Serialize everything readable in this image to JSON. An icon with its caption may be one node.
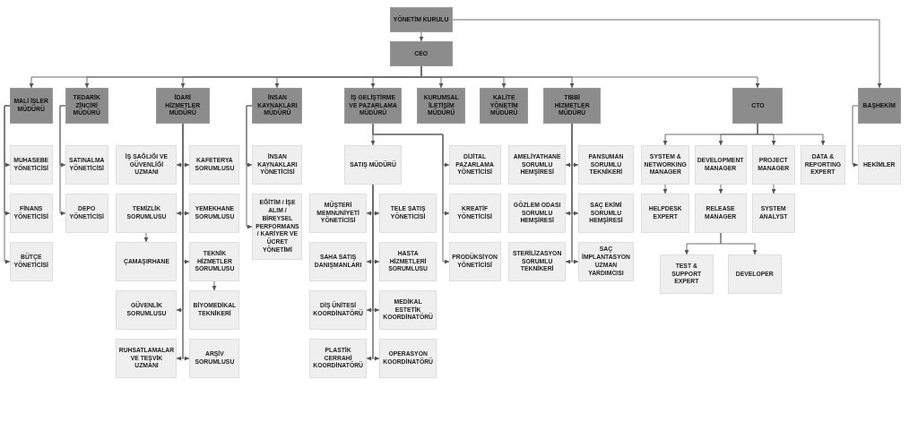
{
  "diagram": {
    "nodes": [
      {
        "text": [
          "YÖNETİM KURULU"
        ]
      },
      {
        "text": [
          "CEO"
        ]
      },
      {
        "text": [
          "MALİ İŞLER MÜDÜRÜ"
        ]
      },
      {
        "text": [
          "MUHASEBE YÖNETİCİSİ"
        ]
      },
      {
        "text": [
          "FİNANS YÖNETİCİSİ"
        ]
      },
      {
        "text": [
          "BÜTÇE YÖNETİCİSİ"
        ]
      },
      {
        "text": [
          "TEDARİK ZİNCİRİ MÜDÜRÜ"
        ]
      },
      {
        "text": [
          "SATINALMA YÖNETİCİSİ"
        ]
      },
      {
        "text": [
          "DEPO YÖNETİCİSİ"
        ]
      },
      {
        "text": [
          "İDARİ HİZMETLER MÜDÜRÜ"
        ]
      },
      {
        "text": [
          "İŞ SAĞLIĞI VE GÜVENLİĞİ UZMANI"
        ]
      },
      {
        "text": [
          "KAFETERYA SORUMLUSU"
        ]
      },
      {
        "text": [
          "TEMİZLİK SORUMLUSU"
        ]
      },
      {
        "text": [
          "YEMEKHANE SORUMLUSU"
        ]
      },
      {
        "text": [
          "ÇAMAŞIRHANE"
        ]
      },
      {
        "text": [
          "TEKNİK HİZMETLER SORUMLUSU"
        ]
      },
      {
        "text": [
          "GÜVENLİK SORUMLUSU"
        ]
      },
      {
        "text": [
          "BİYOMEDİKAL TEKNİKERİ"
        ]
      },
      {
        "text": [
          "RUHSATLAMALAR VE TEŞVİK UZMANI"
        ]
      },
      {
        "text": [
          "ARŞİV SORUMLUSU"
        ]
      },
      {
        "text": [
          "İNSAN KAYNAKLARI MÜDÜRÜ"
        ]
      },
      {
        "text": [
          "İNSAN KAYNAKLARI YÖNETİCİSİ"
        ]
      },
      {
        "text": [
          "EĞİTİM / İŞE ALIM / BİREYSEL PERFORMANS / KARİYER VE ÜCRET YÖNETİMİ"
        ]
      },
      {
        "text": [
          "İŞ GELİŞTİRME VE PAZARLAMA MÜDÜRÜ"
        ]
      },
      {
        "text": [
          "SATIŞ MÜDÜRÜ"
        ]
      },
      {
        "text": [
          "DİJİTAL PAZARLAMA YÖNETİCİSİ"
        ]
      },
      {
        "text": [
          "MÜŞTERİ MEMNUNİYETİ YÖNETİCİSİ"
        ]
      },
      {
        "text": [
          "TELE SATIŞ YÖNETİCİSİ"
        ]
      },
      {
        "text": [
          "KREATİF YÖNETİCİSİ"
        ]
      },
      {
        "text": [
          "SAHA SATIŞ DANIŞMANLARI"
        ]
      },
      {
        "text": [
          "HASTA HİZMETLERİ SORUMLUSU"
        ]
      },
      {
        "text": [
          "PRODÜKSİYON YÖNETİCİSİ"
        ]
      },
      {
        "text": [
          "DİŞ ÜNİTESİ KOORDİNATÖRÜ"
        ]
      },
      {
        "text": [
          "MEDİKAL ESTETİK KOORDİNATÖRÜ"
        ]
      },
      {
        "text": [
          "PLASTİK CERRAHİ KOORDİNATÖRÜ"
        ]
      },
      {
        "text": [
          "OPERASYON KOORDİNATÖRÜ"
        ]
      },
      {
        "text": [
          "KURUMSAL İLETİŞİM MÜDÜRÜ"
        ]
      },
      {
        "text": [
          "KALİTE YÖNETİM MÜDÜRÜ"
        ]
      },
      {
        "text": [
          "TIBBİ HİZMETLER MÜDÜRÜ"
        ]
      },
      {
        "text": [
          "AMELİYATHANE SORUMLU HEMŞİRESİ"
        ]
      },
      {
        "text": [
          "PANSUMAN SORUMLU TEKNİKERİ"
        ]
      },
      {
        "text": [
          "GÖZLEM ODASI SORUMLU HEMŞİRESİ"
        ]
      },
      {
        "text": [
          "SAÇ EKİMİ SORUMLU HEMŞİRESİ"
        ]
      },
      {
        "text": [
          "STERİLİZASYON SORUMLU TEKNİKERİ"
        ]
      },
      {
        "text": [
          "SAÇ İMPLANTASYON UZMAN YARDIMCISI"
        ]
      },
      {
        "text": [
          "CTO"
        ]
      },
      {
        "text": [
          "SYSTEM & NETWORKING MANAGER"
        ]
      },
      {
        "text": [
          "DEVELOPMENT MANAGER"
        ]
      },
      {
        "text": [
          "PROJECT MANAGER"
        ]
      },
      {
        "text": [
          "DATA & REPORTING EXPERT"
        ]
      },
      {
        "text": [
          "HELPDESK EXPERT"
        ]
      },
      {
        "text": [
          "RELEASE MANAGER"
        ]
      },
      {
        "text": [
          "SYSTEM ANALYST"
        ]
      },
      {
        "text": [
          "TEST & SUPPORT EXPERT"
        ]
      },
      {
        "text": [
          "DEVELOPER"
        ]
      },
      {
        "text": [
          "BAŞHEKİM"
        ]
      },
      {
        "text": [
          "HEKİMLER"
        ]
      }
    ],
    "edges": [
      {
        "from": 0,
        "to": 1,
        "arrow": "to"
      },
      {
        "from": 0,
        "to": 55,
        "arrow": "to"
      },
      {
        "from": 1,
        "to": 2,
        "arrow": "to"
      },
      {
        "from": 1,
        "to": 6,
        "arrow": "to"
      },
      {
        "from": 1,
        "to": 9,
        "arrow": "to"
      },
      {
        "from": 1,
        "to": 20,
        "arrow": "to"
      },
      {
        "from": 1,
        "to": 23,
        "arrow": "to"
      },
      {
        "from": 1,
        "to": 36,
        "arrow": "to"
      },
      {
        "from": 1,
        "to": 37,
        "arrow": "to"
      },
      {
        "from": 1,
        "to": 38,
        "arrow": "to"
      },
      {
        "from": 1,
        "to": 45,
        "arrow": "to"
      },
      {
        "from": 2,
        "to": 3,
        "arrow": "to"
      },
      {
        "from": 2,
        "to": 4,
        "arrow": "to"
      },
      {
        "from": 2,
        "to": 5,
        "arrow": "to"
      },
      {
        "from": 6,
        "to": 7,
        "arrow": "to"
      },
      {
        "from": 6,
        "to": 8,
        "arrow": "to"
      },
      {
        "from": 9,
        "to": 10,
        "arrow": "to"
      },
      {
        "from": 9,
        "to": 11,
        "arrow": "to"
      },
      {
        "from": 9,
        "to": 12,
        "arrow": "to"
      },
      {
        "from": 9,
        "to": 13,
        "arrow": "to"
      },
      {
        "from": 9,
        "to": 15,
        "arrow": "to"
      },
      {
        "from": 9,
        "to": 16,
        "arrow": "to"
      },
      {
        "from": 9,
        "to": 18,
        "arrow": "to"
      },
      {
        "from": 9,
        "to": 19,
        "arrow": "to"
      },
      {
        "from": 12,
        "to": 14,
        "arrow": "to"
      },
      {
        "from": 15,
        "to": 17,
        "arrow": "to"
      },
      {
        "from": 20,
        "to": 21,
        "arrow": "to"
      },
      {
        "from": 20,
        "to": 22,
        "arrow": "to"
      },
      {
        "from": 23,
        "to": 24,
        "arrow": "to"
      },
      {
        "from": 23,
        "to": 25,
        "arrow": "to"
      },
      {
        "from": 23,
        "to": 28,
        "arrow": "to"
      },
      {
        "from": 23,
        "to": 31,
        "arrow": "to"
      },
      {
        "from": 24,
        "to": 26,
        "arrow": "to"
      },
      {
        "from": 24,
        "to": 27,
        "arrow": "to"
      },
      {
        "from": 24,
        "to": 29,
        "arrow": "to"
      },
      {
        "from": 24,
        "to": 30,
        "arrow": "to"
      },
      {
        "from": 24,
        "to": 32,
        "arrow": "to"
      },
      {
        "from": 24,
        "to": 33,
        "arrow": "to"
      },
      {
        "from": 24,
        "to": 34,
        "arrow": "to"
      },
      {
        "from": 24,
        "to": 35,
        "arrow": "to"
      },
      {
        "from": 38,
        "to": 39,
        "arrow": "to"
      },
      {
        "from": 38,
        "to": 40,
        "arrow": "to"
      },
      {
        "from": 38,
        "to": 41,
        "arrow": "to"
      },
      {
        "from": 38,
        "to": 42,
        "arrow": "to"
      },
      {
        "from": 38,
        "to": 43,
        "arrow": "to"
      },
      {
        "from": 38,
        "to": 44,
        "arrow": "to"
      },
      {
        "from": 45,
        "to": 46,
        "arrow": "to"
      },
      {
        "from": 45,
        "to": 47,
        "arrow": "to"
      },
      {
        "from": 45,
        "to": 48,
        "arrow": "to"
      },
      {
        "from": 45,
        "to": 49,
        "arrow": "to"
      },
      {
        "from": 46,
        "to": 50,
        "arrow": "to"
      },
      {
        "from": 47,
        "to": 51,
        "arrow": "to"
      },
      {
        "from": 48,
        "to": 52,
        "arrow": "to"
      },
      {
        "from": 51,
        "to": 53,
        "arrow": "to"
      },
      {
        "from": 51,
        "to": 54,
        "arrow": "to"
      },
      {
        "from": 55,
        "to": 56,
        "arrow": "to"
      }
    ]
  }
}
